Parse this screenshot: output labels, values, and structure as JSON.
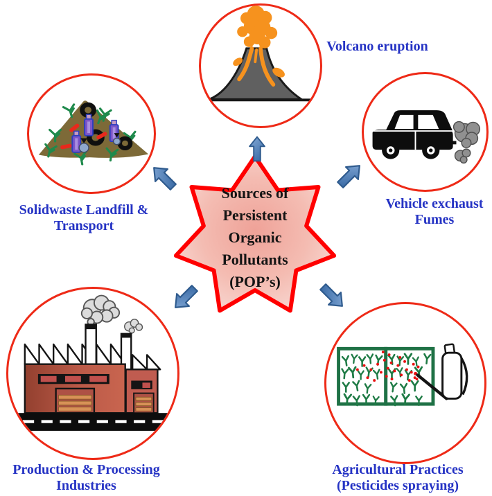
{
  "title": "Sources of Persistent Organic Pollutants (POP's) diagram",
  "center": {
    "lines": [
      "Sources of",
      "Persistent",
      "Organic",
      "Pollutants",
      "(POP’s)"
    ]
  },
  "nodes": {
    "volcano": {
      "label_lines": [
        "Volcano eruption",
        ""
      ]
    },
    "vehicle": {
      "label_lines": [
        "Vehicle exchaust",
        "Fumes"
      ]
    },
    "landfill": {
      "label_lines": [
        "Solidwaste Landfill &",
        "Transport"
      ]
    },
    "production": {
      "label_lines": [
        "Production & Processing",
        "Industries"
      ]
    },
    "agriculture": {
      "label_lines": [
        "Agricultural Practices",
        "(Pesticides spraying)"
      ]
    }
  },
  "icons": {
    "volcano": "volcano-icon",
    "vehicle": "car-exhaust-icon",
    "landfill": "landfill-mound-icon",
    "production": "factory-icon",
    "agriculture": "pesticide-field-sprayer-icon",
    "connector": "block-arrow-icon",
    "center_shape": "seven-point-star"
  },
  "colors": {
    "circle_outline": "#ee2a17",
    "label_text": "#2533c4",
    "center_text": "#141414",
    "star_border": "#ff0000",
    "star_fill_center": "#efa298",
    "star_fill_edge": "#f9dcd7",
    "arrow_fill_light": "#86abd8",
    "arrow_fill_dark": "#3e6ea8",
    "arrow_outline": "#2f5b8e",
    "eruption_orange": "#f6921e",
    "mountain_gray": "#606060",
    "mound_brown": "#7d6a38",
    "field_green": "#1e7145",
    "brick_red": "#b1544a"
  }
}
